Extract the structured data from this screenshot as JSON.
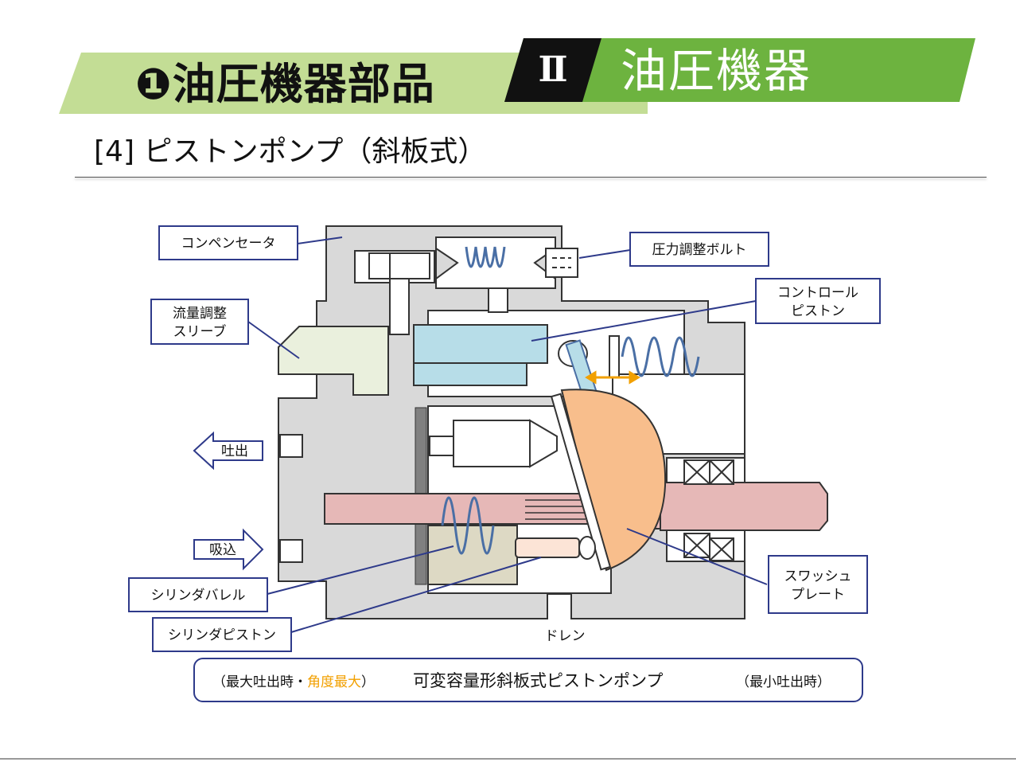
{
  "header": {
    "main_title": "❶油圧機器部品",
    "roman": "Ⅱ",
    "section_title": "油圧機器",
    "subtitle": "[4]  ピストンポンプ（斜板式）"
  },
  "labels": {
    "compensator": "コンペンセータ",
    "pressure_bolt": "圧力調整ボルト",
    "control_piston_1": "コントロール",
    "control_piston_2": "ピストン",
    "flow_sleeve_1": "流量調整",
    "flow_sleeve_2": "スリーブ",
    "discharge": "吐出",
    "suction": "吸込",
    "cylinder_barrel": "シリンダバレル",
    "cylinder_piston": "シリンダピストン",
    "swash_plate_1": "スワッシュ",
    "swash_plate_2": "プレート",
    "drain": "ドレン"
  },
  "caption": {
    "left_open": "（最大吐出時・",
    "left_accent": "角度最大",
    "left_close": "）",
    "center": "可変容量形斜板式ピストンポンプ",
    "right": "（最小吐出時）"
  },
  "colors": {
    "banner_light": "#c3dd95",
    "banner_green": "#6db33f",
    "housing": "#d9d9d9",
    "sleeve": "#eaf0dd",
    "control_piston": "#b7dde8",
    "swash_plate": "#f8be8c",
    "shaft": "#e6b8b7",
    "barrel": "#ddd9c4",
    "spring": "#4a6fa5",
    "label_border": "#2e3a8a",
    "accent": "#f2a000"
  }
}
